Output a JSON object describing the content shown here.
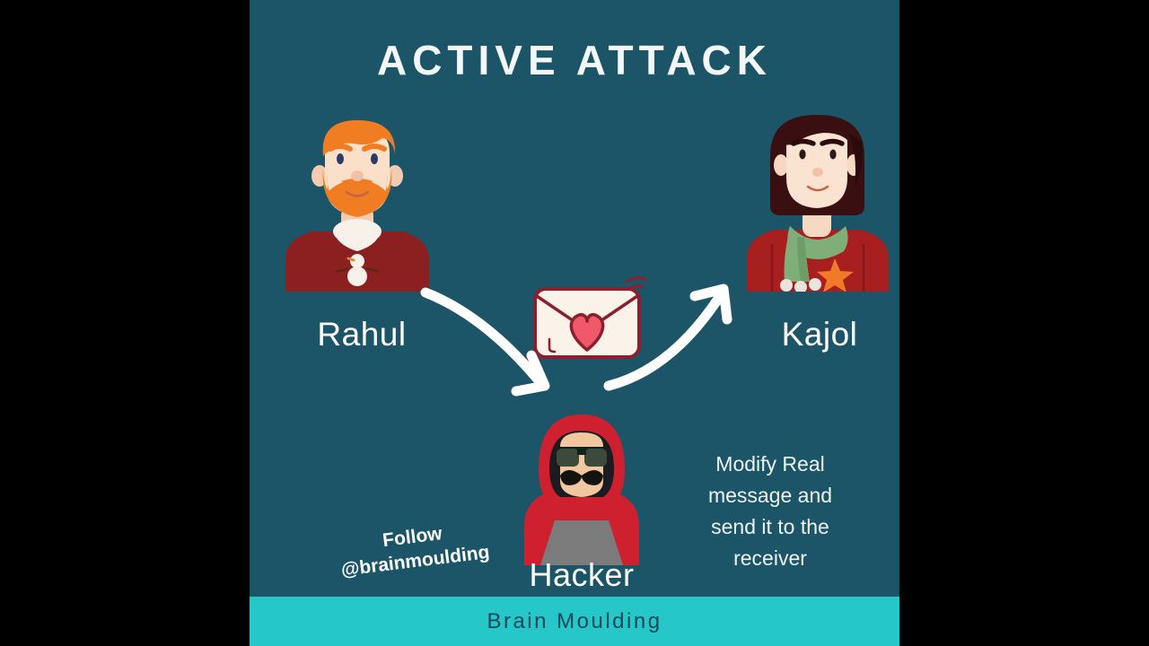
{
  "frame": {
    "letterbox_color": "#000000",
    "canvas_color": "#1b5567"
  },
  "title": "ACTIVE ATTACK",
  "sender": {
    "name": "Rahul",
    "hair_color": "#f07d22",
    "sweater_color": "#8c1f20",
    "motif": "snowman-motif"
  },
  "receiver": {
    "name": "Kajol",
    "hair_color": "#3a0f12",
    "scarf_color": "#7fae79",
    "sweater_color": "#a81f20",
    "motif": "star-motif"
  },
  "attacker": {
    "name": "Hacker",
    "hoodie_color": "#cf2030",
    "sunglasses_color": "#3b4a3a",
    "laptop_color": "#7b7b7b"
  },
  "message": {
    "icon": "love-letter-envelope",
    "paper_color": "#fbf3ea",
    "outline_color": "#8c1f2e",
    "heart_color": "#f0596a"
  },
  "arrows": {
    "color": "#ffffff",
    "intercept_label": "arrow-sender-to-hacker",
    "forward_label": "arrow-hacker-to-receiver"
  },
  "description": {
    "line1": "Modify Real",
    "line2": "message and",
    "line3": "send it to the",
    "line4": "receiver"
  },
  "follow": {
    "line1": "Follow",
    "line2": "@brainmoulding"
  },
  "footer": {
    "brand": "Brain Moulding",
    "bar_color": "#25c7c8",
    "text_color": "#15495a"
  }
}
